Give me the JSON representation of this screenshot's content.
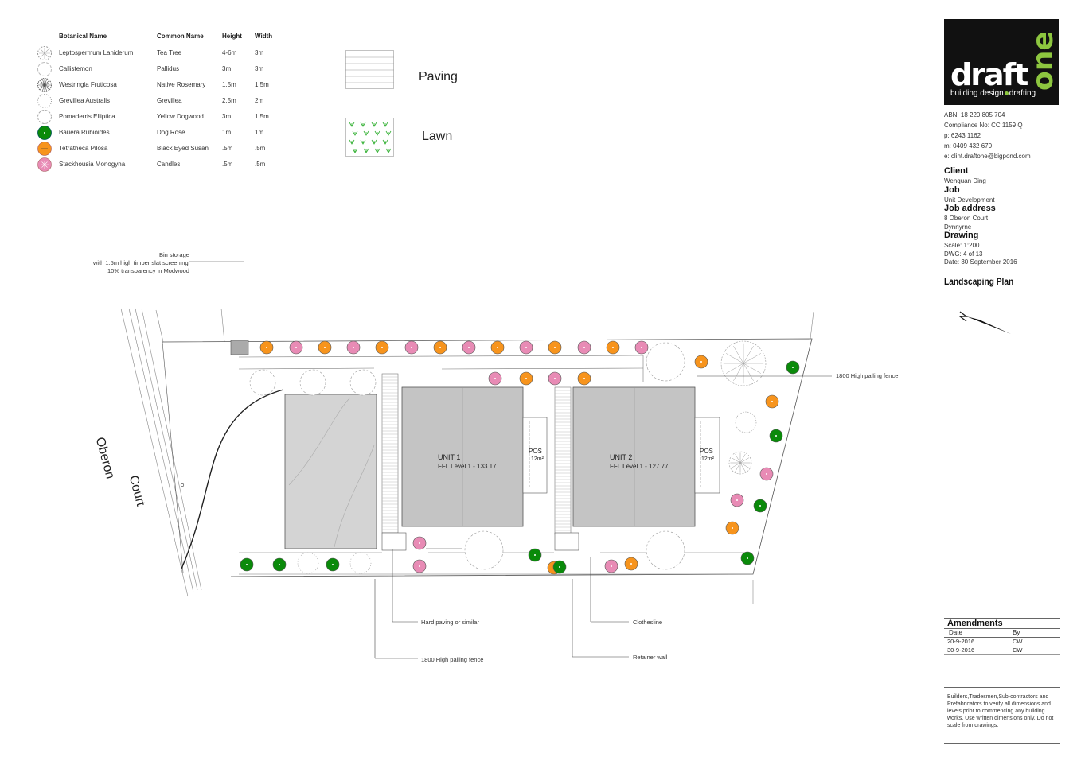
{
  "legend": {
    "headers": {
      "botanical": "Botanical Name",
      "common": "Common Name",
      "height": "Height",
      "width": "Width"
    },
    "rows": [
      {
        "symbol": "spiky",
        "botanical": "Leptospermum Laniderum",
        "common": "Tea Tree",
        "height": "4-6m",
        "width": "3m"
      },
      {
        "symbol": "open",
        "botanical": "Callistemon",
        "common": "Pallidus",
        "height": "3m",
        "width": "3m"
      },
      {
        "symbol": "dark-spiky",
        "botanical": "Westringia Fruticosa",
        "common": "Native Rosemary",
        "height": "1.5m",
        "width": "1.5m"
      },
      {
        "symbol": "dashed",
        "botanical": "Grevillea Australis",
        "common": "Grevillea",
        "height": "2.5m",
        "width": "2m"
      },
      {
        "symbol": "plain",
        "botanical": "Pomaderris Elliptica",
        "common": "Yellow Dogwood",
        "height": "3m",
        "width": "1.5m"
      },
      {
        "symbol": "green",
        "botanical": "Bauera Rubioides",
        "common": "Dog Rose",
        "height": "1m",
        "width": "1m"
      },
      {
        "symbol": "orange",
        "botanical": "Tetratheca Pilosa",
        "common": "Black Eyed Susan",
        "height": ".5m",
        "width": ".5m"
      },
      {
        "symbol": "pink",
        "botanical": "Stackhousia Monogyna",
        "common": "Candles",
        "height": ".5m",
        "width": ".5m"
      }
    ]
  },
  "swatches": {
    "paving": "Paving",
    "lawn": "Lawn"
  },
  "logo": {
    "word1": "draft",
    "word2": "one",
    "tag1": "building design",
    "tag2": "drafting"
  },
  "contact": {
    "abn": "ABN: 18 220 805 704",
    "compliance": "Compliance No:  CC 1159 Q",
    "phone": "p:   6243 1162",
    "mobile": "m:  0409 432 670",
    "email": "e:   clint.draftone@bigpond.com"
  },
  "titleblock": {
    "client_h": "Client",
    "client": "Wenquan Ding",
    "job_h": "Job",
    "job": "Unit Development",
    "address_h": "Job address",
    "address1": "8 Oberon Court",
    "address2": "Dynnyrne",
    "drawing_h": "Drawing",
    "scale": "Scale: 1:200",
    "dwg": "DWG: 4 of 13",
    "date": "Date:  30 September 2016",
    "plan_title": "Landscaping Plan"
  },
  "notes": {
    "bin1": "Bin storage",
    "bin2": "with 1.5m high timber slat screening",
    "bin3": "10% transparency in Modwood",
    "fence_right": "1800 High palling fence",
    "hard_paving": "Hard paving or similar",
    "fence_bottom": "1800 High palling fence",
    "clothesline": "Clothesline",
    "retainer": "Retainer wall",
    "street1": "Oberon",
    "street2": "Court"
  },
  "units": [
    {
      "name": "UNIT 1",
      "ffl": "FFL Level 1 - 133.17",
      "pos": "POS",
      "area": "12m²"
    },
    {
      "name": "UNIT 2",
      "ffl": "FFL Level 1 - 127.77",
      "pos": "POS",
      "area": "12m²"
    }
  ],
  "amendments": {
    "title": "Amendments",
    "col_date": "Date",
    "col_by": "By",
    "rows": [
      {
        "date": "20-9-2016",
        "by": "CW"
      },
      {
        "date": "30-9-2016",
        "by": "CW"
      }
    ]
  },
  "disclaimer": "Builders,Tradesmen,Sub-contractors and Prefabricators to verify all dimensions and levels prior to commencing any building works. Use written dimensions only. Do not scale from drawings.",
  "colors": {
    "green": "#0a8a0a",
    "orange": "#f7941d",
    "pink": "#e88bb5",
    "building": "#c4c4c4",
    "lime": "#8dc63f"
  }
}
